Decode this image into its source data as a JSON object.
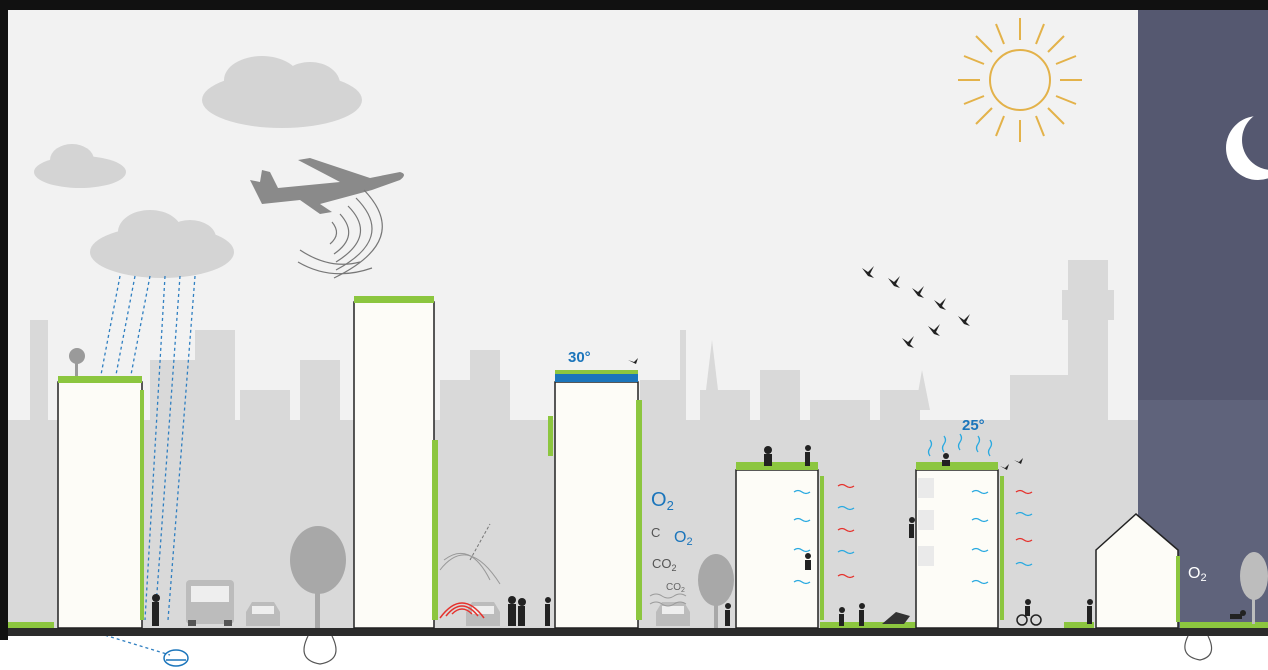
{
  "labels": {
    "roof_temp_1": "30°",
    "roof_temp_2": "25°",
    "o2_a": "O",
    "o2_b": "O",
    "o2_c": "O",
    "o2_sub": "2",
    "co2_a": "CO",
    "co2_b": "CO",
    "carbon": "C"
  },
  "colors": {
    "sky": "#f2f2f2",
    "skyline": "#d9d9d9",
    "building": "#fdfcf7",
    "night": "#555870",
    "green": "#8cc63f",
    "blue_text": "#1b75bb",
    "warm_arrow": "#e5322d",
    "cool_arrow": "#29a9e0",
    "sun": "#e3b24a",
    "ground": "#2b2b2b",
    "silhouette": "#222222",
    "grey_icon": "#9a9a9a"
  }
}
